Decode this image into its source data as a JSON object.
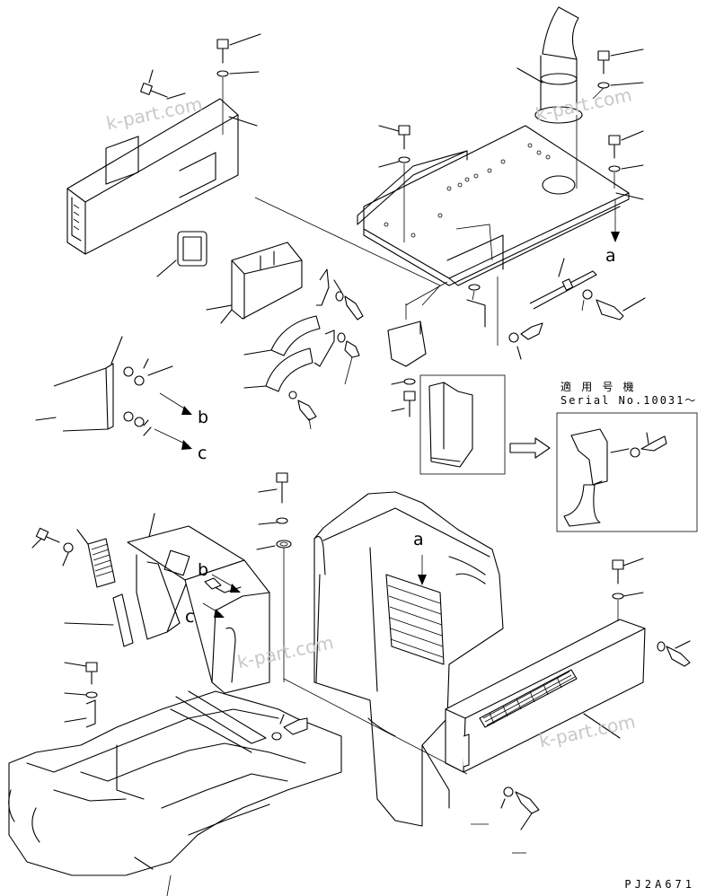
{
  "labels": {
    "a_top": "a",
    "a_mid": "a",
    "b_arrow": "b",
    "c_arrow": "c",
    "b_left": "b",
    "c_left": "c"
  },
  "serial_box": {
    "line1": "適 用 号 機",
    "line2": "Serial No.10031～"
  },
  "watermarks": [
    "k-part.com",
    "k-part.com",
    "k-part.com",
    "k-part.com"
  ],
  "drawing_code": "PJ2A671",
  "colors": {
    "line": "#000000",
    "watermark": "#c8c8c8",
    "background": "#ffffff"
  }
}
